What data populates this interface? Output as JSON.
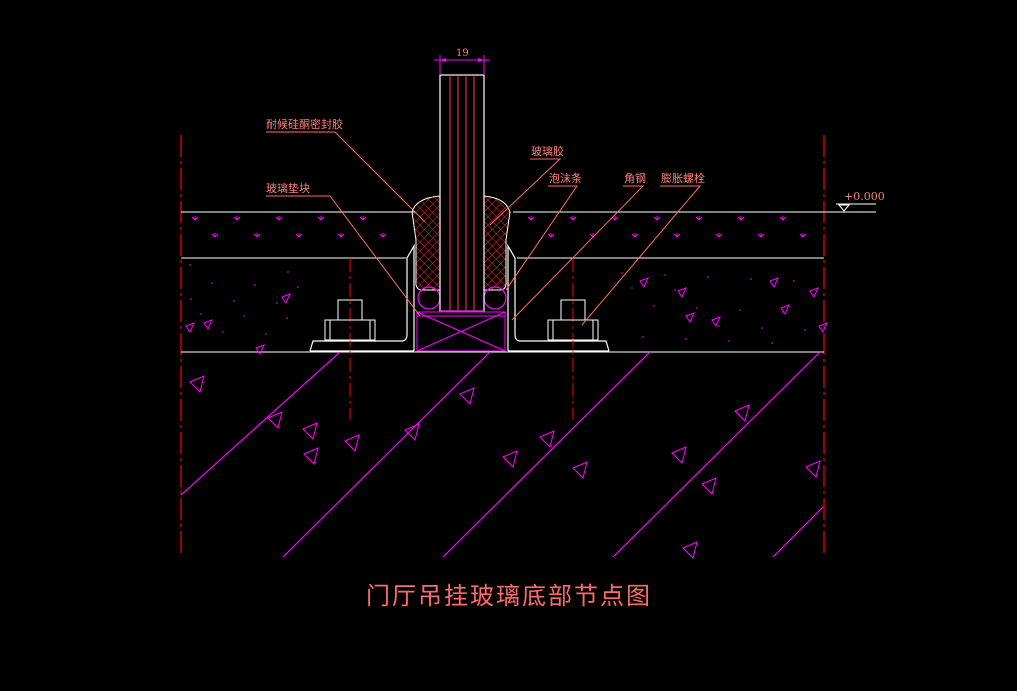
{
  "title": "门厅吊挂玻璃底部节点图",
  "dimension": "19",
  "elevation": "+0.000",
  "labels": {
    "weather_sealant": "耐候硅酮密封胶",
    "glass_glue": "玻璃胶",
    "setting_block": "玻璃垫块",
    "foam_rod": "泡沫条",
    "angle_steel": "角钢",
    "expansion_bolt": "膨胀螺栓"
  },
  "colors": {
    "background": "#000000",
    "lines": "#ffffff",
    "hatch": "#ff00ff",
    "center_line": "#ff0000",
    "label_text": "#ff7f7f",
    "leader": "#ff6a6a",
    "sealant": "#cc0000"
  }
}
